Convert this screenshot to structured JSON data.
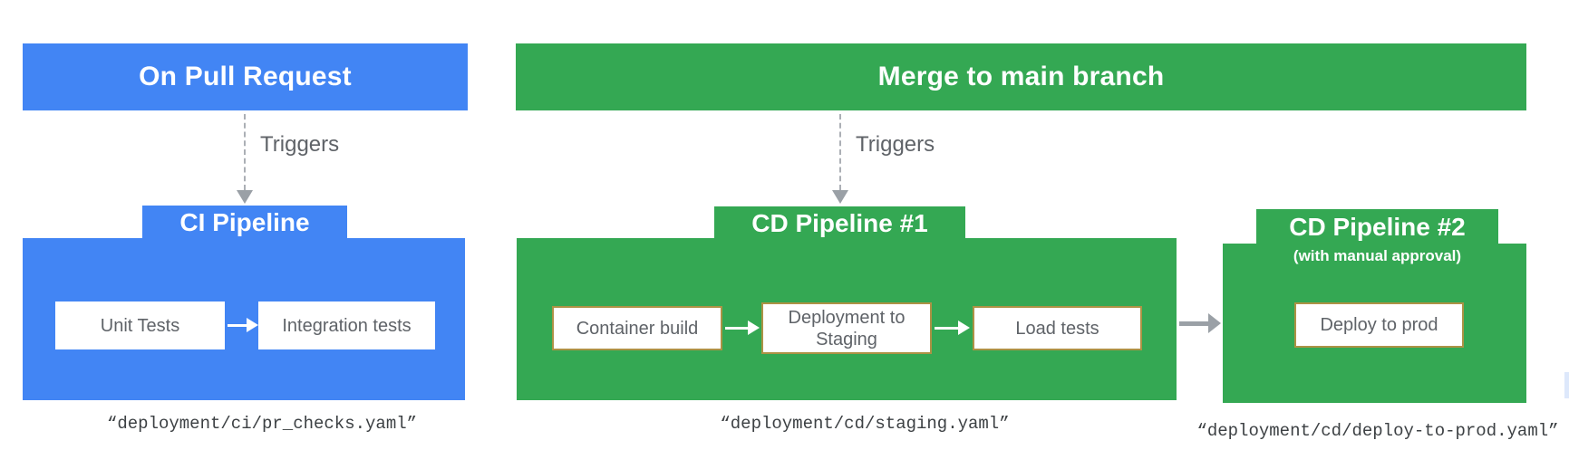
{
  "banners": {
    "pull_request": {
      "label": "On Pull Request"
    },
    "merge": {
      "label": "Merge to main branch"
    }
  },
  "triggers": {
    "left_label": "Triggers",
    "right_label": "Triggers"
  },
  "pipelines": {
    "ci": {
      "title": "CI Pipeline",
      "steps": [
        "Unit Tests",
        "Integration tests"
      ],
      "caption": "“deployment/ci/pr_checks.yaml”"
    },
    "cd1": {
      "title": "CD Pipeline #1",
      "steps": [
        "Container build",
        "Deployment to Staging",
        "Load tests"
      ],
      "caption": "“deployment/cd/staging.yaml”"
    },
    "cd2": {
      "title": "CD Pipeline #2",
      "subtitle": "(with manual approval)",
      "steps": [
        "Deploy to prod"
      ],
      "caption": "“deployment/cd/deploy-to-prod.yaml”"
    }
  },
  "colors": {
    "event_blue": "#4285F4",
    "event_green": "#34A853",
    "step_text": "#5F6368",
    "arrow_gray": "#9AA0A6",
    "step_border_tan": "#AD9245",
    "caption_text": "#3C4043",
    "edge_sliver_blue": "#DDE8FB"
  }
}
